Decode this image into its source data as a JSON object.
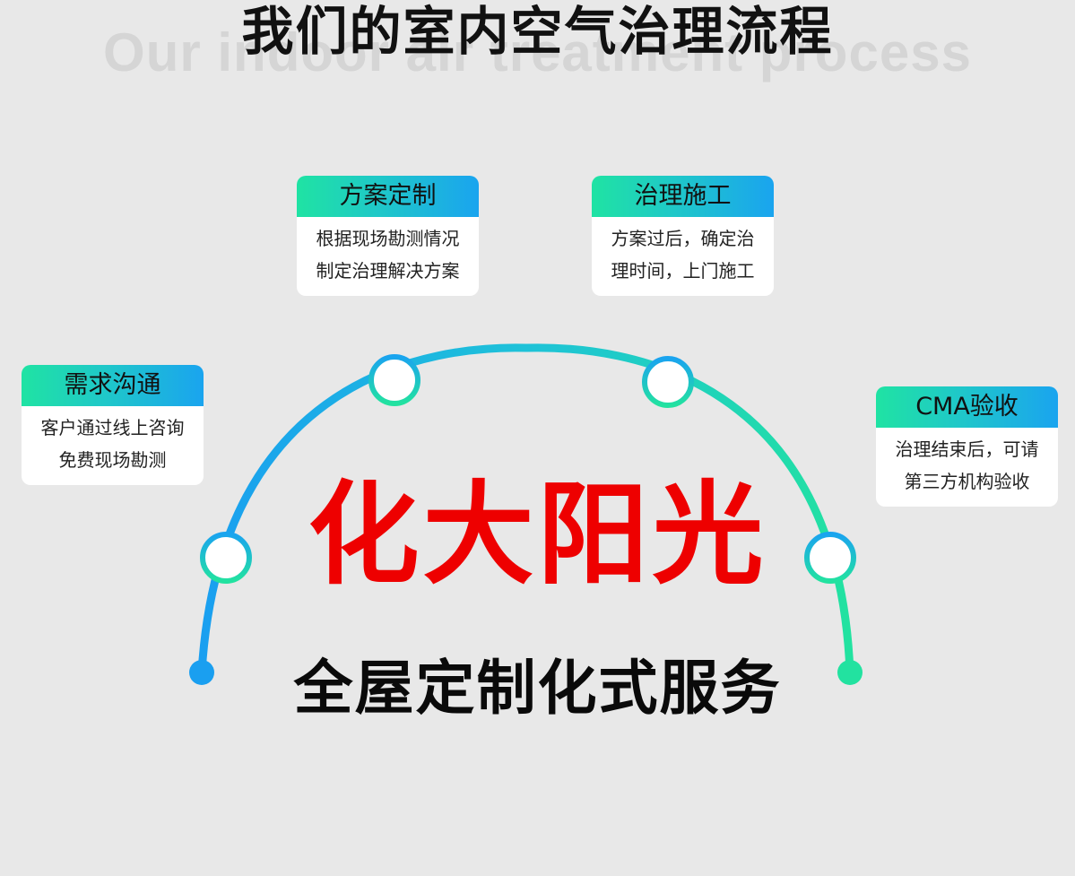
{
  "header": {
    "title": "我们的室内空气治理流程",
    "background_text": "Our indoor air treatment process"
  },
  "steps": [
    {
      "title": "需求沟通",
      "lines": [
        "客户通过线上咨询",
        "免费现场勘测"
      ]
    },
    {
      "title": "方案定制",
      "lines": [
        "根据现场勘测情况",
        "制定治理解决方案"
      ]
    },
    {
      "title": "治理施工",
      "lines": [
        "方案过后，确定治",
        "理时间，上门施工"
      ]
    },
    {
      "title": "CMA验收",
      "lines": [
        "治理结束后，可请",
        "第三方机构验收"
      ]
    }
  ],
  "brand": "化大阳光",
  "slogan": "全屋定制化式服务",
  "colors": {
    "arc_start": "#1a9ff0",
    "arc_end": "#22e2a0",
    "brand_red": "#ee0000",
    "background": "#e8e8e8"
  }
}
